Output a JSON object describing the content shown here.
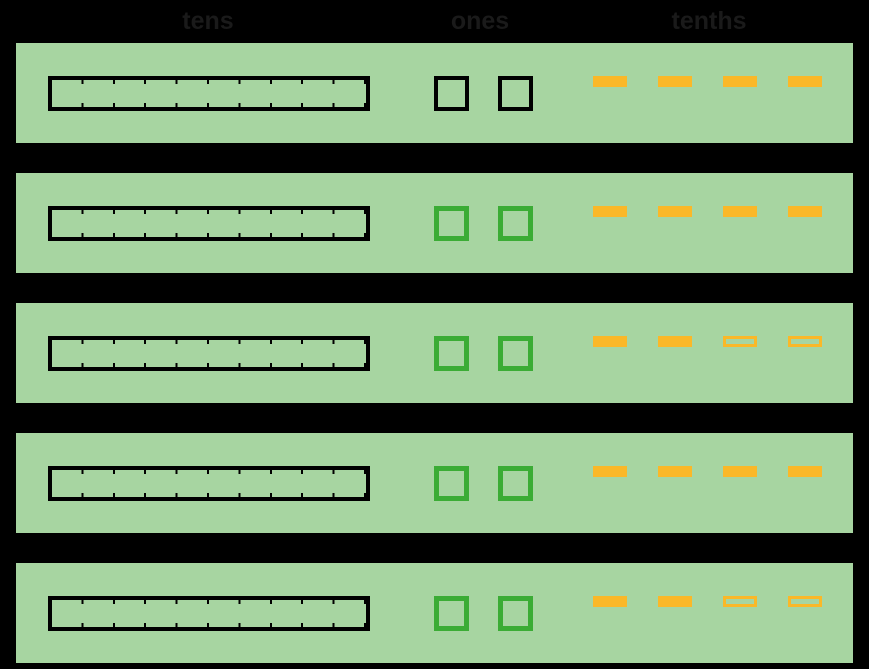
{
  "header": {
    "columns": [
      "tens",
      "ones",
      "tenths"
    ]
  },
  "colors": {
    "background": "#000000",
    "band": "#A7D5A1",
    "rod_outline": "#000000",
    "unit_outline_green": "#3BAC35",
    "dash_orange": "#FAB828",
    "header_text": "#1A1A1A"
  },
  "rows": [
    {
      "rods": 1,
      "units": 2,
      "dashes": 4,
      "unit_style": "black",
      "dash_styles": [
        "solid",
        "solid",
        "solid",
        "solid"
      ]
    },
    {
      "rods": 1,
      "units": 2,
      "dashes": 4,
      "unit_style": "green",
      "dash_styles": [
        "solid",
        "solid",
        "solid",
        "solid"
      ]
    },
    {
      "rods": 1,
      "units": 2,
      "dashes": 4,
      "unit_style": "green",
      "dash_styles": [
        "solid",
        "solid",
        "hollow",
        "hollow"
      ]
    },
    {
      "rods": 1,
      "units": 2,
      "dashes": 4,
      "unit_style": "green",
      "dash_styles": [
        "solid",
        "solid",
        "solid",
        "solid"
      ]
    },
    {
      "rods": 1,
      "units": 2,
      "dashes": 4,
      "unit_style": "green",
      "dash_styles": [
        "solid",
        "solid",
        "hollow",
        "hollow"
      ]
    }
  ]
}
